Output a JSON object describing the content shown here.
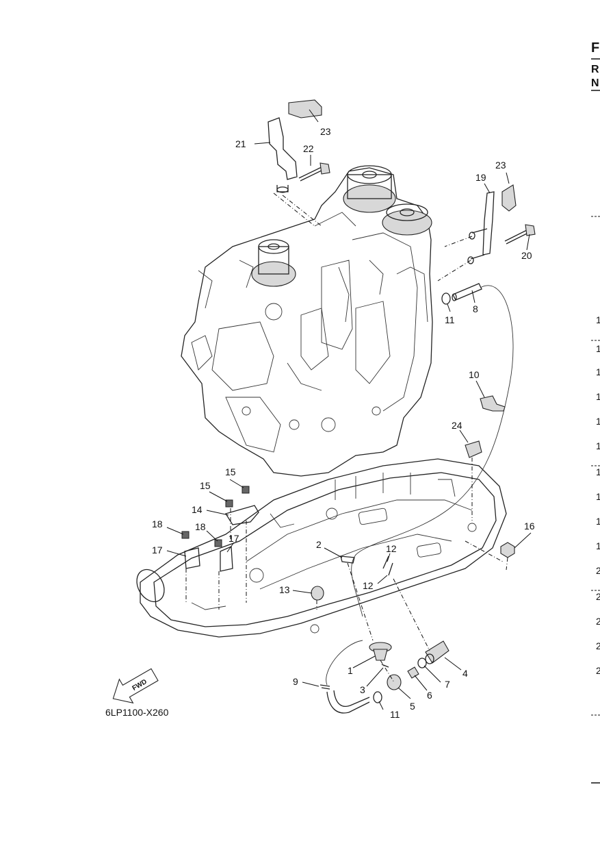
{
  "diagram": {
    "code": "6LP1100-X260",
    "fwd_label": "FWD"
  },
  "callouts": [
    {
      "id": "c1",
      "text": "1"
    },
    {
      "id": "c2",
      "text": "2"
    },
    {
      "id": "c3",
      "text": "3"
    },
    {
      "id": "c4",
      "text": "4"
    },
    {
      "id": "c5",
      "text": "5"
    },
    {
      "id": "c6",
      "text": "6"
    },
    {
      "id": "c7",
      "text": "7"
    },
    {
      "id": "c8",
      "text": "8"
    },
    {
      "id": "c9",
      "text": "9"
    },
    {
      "id": "c10",
      "text": "10"
    },
    {
      "id": "c11a",
      "text": "11"
    },
    {
      "id": "c11b",
      "text": "11"
    },
    {
      "id": "c12a",
      "text": "12"
    },
    {
      "id": "c12b",
      "text": "12"
    },
    {
      "id": "c13",
      "text": "13"
    },
    {
      "id": "c14",
      "text": "14"
    },
    {
      "id": "c15a",
      "text": "15"
    },
    {
      "id": "c15b",
      "text": "15"
    },
    {
      "id": "c16",
      "text": "16"
    },
    {
      "id": "c17a",
      "text": "17"
    },
    {
      "id": "c17b",
      "text": "17"
    },
    {
      "id": "c18a",
      "text": "18"
    },
    {
      "id": "c18b",
      "text": "18"
    },
    {
      "id": "c19",
      "text": "19"
    },
    {
      "id": "c20",
      "text": "20"
    },
    {
      "id": "c21",
      "text": "21"
    },
    {
      "id": "c22",
      "text": "22"
    },
    {
      "id": "c23a",
      "text": "23"
    },
    {
      "id": "c23b",
      "text": "23"
    },
    {
      "id": "c24",
      "text": "24"
    }
  ],
  "right_edge": {
    "header": [
      "F",
      "R",
      "N"
    ],
    "row_fragments": [
      "1",
      "1",
      "1",
      "1",
      "1",
      "1",
      "1",
      "1",
      "1",
      "1",
      "2",
      "2",
      "2",
      "2",
      "2"
    ]
  }
}
